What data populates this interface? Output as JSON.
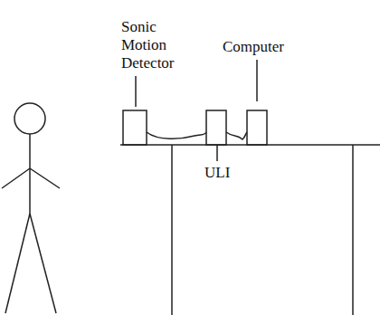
{
  "diagram": {
    "labels": [
      "Sonic Motion Detector",
      "Computer",
      "ULI"
    ]
  }
}
